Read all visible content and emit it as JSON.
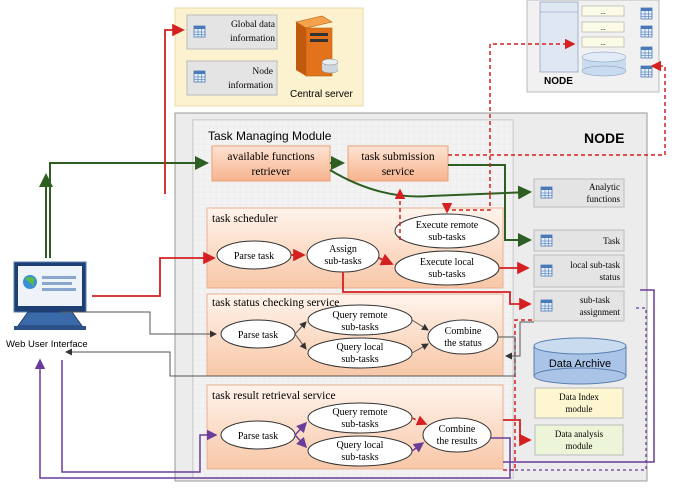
{
  "central": {
    "global": [
      "Global data",
      "information"
    ],
    "node_info": [
      "Node",
      "information"
    ],
    "server_label": "Central server"
  },
  "remote_node": {
    "label": "NODE",
    "rows": [
      "...",
      "...",
      "..."
    ]
  },
  "node": {
    "label": "NODE",
    "module_title": "Task Managing Module",
    "available_functions": [
      "available functions",
      "retriever"
    ],
    "task_submission": [
      "task submission",
      "service"
    ],
    "scheduler": {
      "title": "task scheduler",
      "parse": "Parse task",
      "assign": [
        "Assign",
        "sub-tasks"
      ],
      "exec_remote": [
        "Execute remote",
        "sub-tasks"
      ],
      "exec_local": [
        "Execute local",
        "sub-tasks"
      ]
    },
    "status": {
      "title": "task status checking service",
      "parse": "Parse task",
      "query_remote": [
        "Query remote",
        "sub-tasks"
      ],
      "query_local": [
        "Query local",
        "sub-tasks"
      ],
      "combine": [
        "Combine",
        "the status"
      ]
    },
    "result": {
      "title": "task result retrieval service",
      "parse": "Parse task",
      "query_remote": [
        "Query remote",
        "sub-tasks"
      ],
      "query_local": [
        "Query local",
        "sub-tasks"
      ],
      "combine": [
        "Combine",
        "the results"
      ]
    },
    "tables": {
      "analytic": [
        "Analytic",
        "functions"
      ],
      "task": "Task",
      "local_status": [
        "local sub-task",
        "status"
      ],
      "assignment": [
        "sub-task",
        "assignment"
      ]
    },
    "data_archive": "Data Archive",
    "data_index": [
      "Data Index",
      "module"
    ],
    "data_analysis": [
      "Data analysis",
      "module"
    ]
  },
  "web_ui": "Web User Interface",
  "colors": {
    "red": "#d42020",
    "green": "#2e5e22",
    "purple": "#6a3d9a",
    "gray": "#555555",
    "orange_fill": "#f9c8a8",
    "cream": "#fdf2cf",
    "blue_archive": "#a9c4e6"
  }
}
